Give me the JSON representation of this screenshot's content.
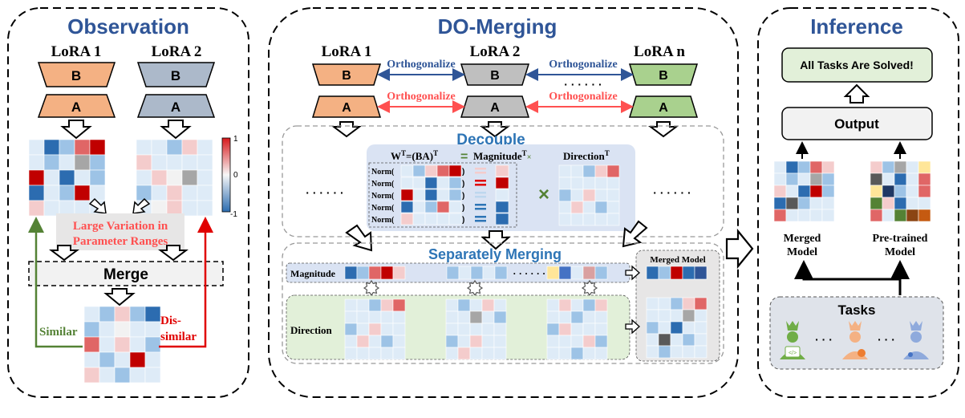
{
  "observation": {
    "title": "Observation",
    "lora1": "LoRA 1",
    "lora2": "LoRA 2",
    "b": "B",
    "a": "A",
    "colorbar": {
      "max": "1",
      "mid": "0",
      "min": "-1"
    },
    "variation_line1": "Large Variation in",
    "variation_line2": "Parameter Ranges",
    "merge": "Merge",
    "similar": "Similar",
    "dissimilar_line1": "Dis-",
    "dissimilar_line2": "similar"
  },
  "do_merging": {
    "title": "DO-Merging",
    "lora1": "LoRA 1",
    "lora2": "LoRA 2",
    "loran": "LoRA n",
    "b": "B",
    "a": "A",
    "orthogonalize": "Orthogonalize",
    "hdots": "· · · · · ·",
    "decouple": "Decouple",
    "wt_label": "W",
    "wt_sup": "T",
    "wt_eq": "=(BA)",
    "wt_sup2": "T",
    "eq_sign": "=",
    "magnitude": "Magnitude",
    "magnitude_sup": "T",
    "times_small": "×",
    "direction": "Direction",
    "direction_sup": "T",
    "norm": "Norm(",
    "close_paren": ")",
    "times_big": "×",
    "dots_left": "· · · · · ·",
    "dots_right": "· · · · · ·",
    "separately": "Separately Merging",
    "magnitude_label": "Magnitude",
    "direction_label": "Direction",
    "merged_model": "Merged Model"
  },
  "inference": {
    "title": "Inference",
    "solved": "All Tasks Are Solved!",
    "output": "Output",
    "merged_line1": "Merged",
    "merged_line2": "Model",
    "pretrained_line1": "Pre-trained",
    "pretrained_line2": "Model",
    "tasks": "Tasks",
    "ellipsis": "· · ·"
  },
  "colors": {
    "orange": "#f4b183",
    "gray": "#acb9ca",
    "gray2": "#bfbfbf",
    "green": "#a9d18e",
    "title_blue": "#2f5597",
    "red_text": "#ff5050",
    "decouple_blue": "#2e75b6"
  }
}
